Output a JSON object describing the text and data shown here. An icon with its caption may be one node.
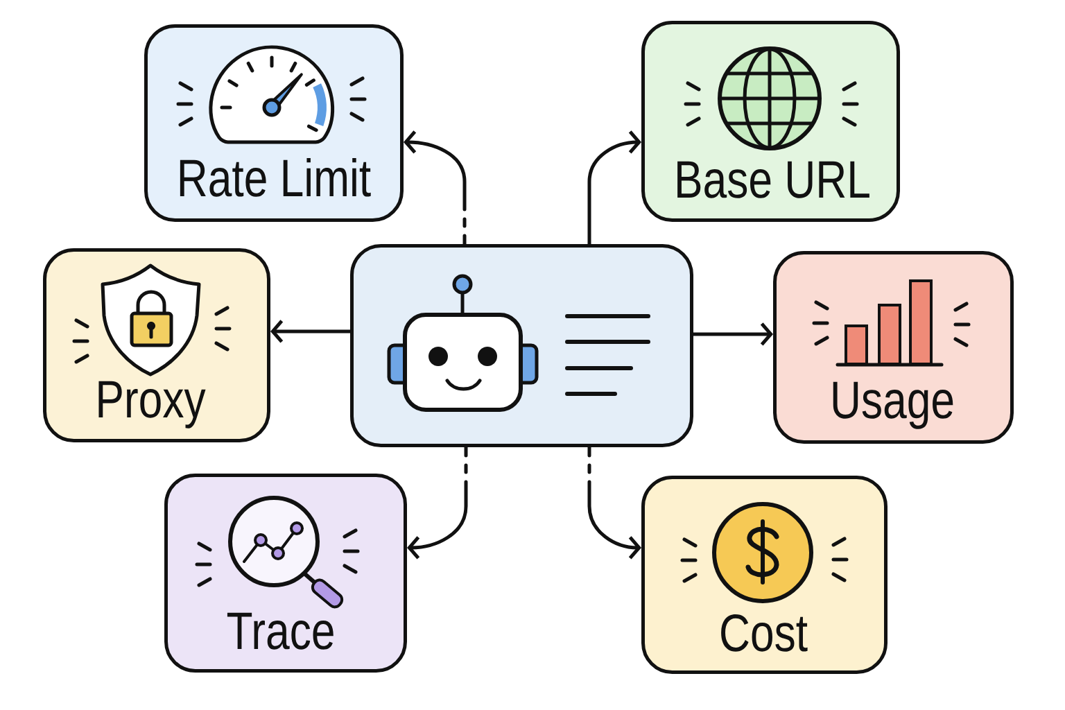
{
  "diagram": {
    "nodes": [
      {
        "text": [
          "Rate Limit"
        ]
      },
      {
        "text": [
          "Base URL"
        ]
      },
      {
        "text": [
          "Proxy"
        ]
      },
      {
        "text": [],
        "shape": "box"
      },
      {
        "text": [
          "Usage"
        ]
      },
      {
        "text": [
          "Trace"
        ]
      },
      {
        "text": [
          "Cost"
        ]
      }
    ],
    "edges": [
      {
        "from": 3,
        "to": 0,
        "arrow": "to",
        "style": "dashed"
      },
      {
        "from": 3,
        "to": 1,
        "arrow": "to"
      },
      {
        "from": 3,
        "to": 2,
        "arrow": "to"
      },
      {
        "from": 3,
        "to": 4,
        "arrow": "to"
      },
      {
        "from": 3,
        "to": 5,
        "arrow": "to",
        "style": "dashed"
      },
      {
        "from": 3,
        "to": 6,
        "arrow": "to",
        "style": "dashed"
      }
    ]
  }
}
